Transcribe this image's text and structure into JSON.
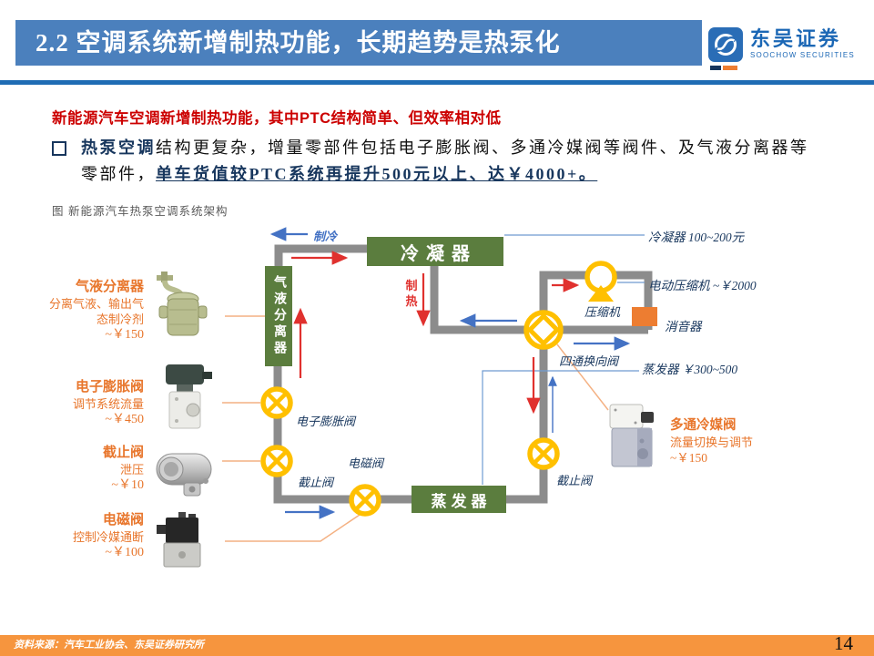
{
  "header": {
    "title": "2.2 空调系统新增制热功能，长期趋势是热泵化",
    "brand": {
      "cn": "东吴证券",
      "en": "SOOCHOW SECURITIES"
    }
  },
  "intro": {
    "headline": "新能源汽车空调新增制热功能，其中PTC结构简单、但效率相对低",
    "bullet_lead": "热泵空调",
    "bullet_body": "结构更复杂，增量零部件包括电子膨胀阀、多通冷媒阀等阀件、及气液分离器等零部件，",
    "bullet_emphasis": "单车货值较PTC系统再提升500元以上、达￥4000+。"
  },
  "figure": {
    "caption": "图 新能源汽车热泵空调系统架构",
    "nodes": {
      "condenser": "冷凝器",
      "separator": "气液分离器",
      "evaporator": "蒸发器"
    },
    "modes": {
      "cooling": "制冷",
      "heating": "制热"
    },
    "component_labels": {
      "compressor": "压缩机",
      "four_way_valve": "四通换向阀",
      "eev": "电子膨胀阀",
      "stop_valve_left": "截止阀",
      "solenoid": "电磁阀",
      "stop_valve_right": "截止阀"
    },
    "left_items": [
      {
        "name": "气液分离器",
        "desc": "分离气液、输出气态制冷剂",
        "price": "~￥150"
      },
      {
        "name": "电子膨胀阀",
        "desc": "调节系统流量",
        "price": "~￥450"
      },
      {
        "name": "截止阀",
        "desc": "泄压",
        "price": "~￥10"
      },
      {
        "name": "电磁阀",
        "desc": "控制冷媒通断",
        "price": "~￥100"
      }
    ],
    "right_labels": {
      "condenser_price": "冷凝器 100~200元",
      "compressor_price": "电动压缩机 ~￥2000",
      "muffler": "消音器",
      "evaporator_price": "蒸发器 ￥300~500"
    },
    "right_item": {
      "name": "多通冷媒阀",
      "desc": "流量切换与调节",
      "price": "~￥150"
    }
  },
  "footer": {
    "source": "资料来源：汽车工业协会、东吴证券研究所",
    "page": "14"
  },
  "colors": {
    "header_blue": "#4b80bd",
    "divider_blue": "#1f6cb4",
    "headline_red": "#cc0000",
    "navy_text": "#17365d",
    "box_green": "#5b7d3e",
    "pipe_gray": "#8c8c8c",
    "valve_orange": "#ffc000",
    "muffler_orange": "#ed7d31",
    "footer_orange": "#f6953e",
    "label_orange": "#e8762c",
    "arrow_red": "#e0312e",
    "arrow_blue": "#4472c4"
  }
}
